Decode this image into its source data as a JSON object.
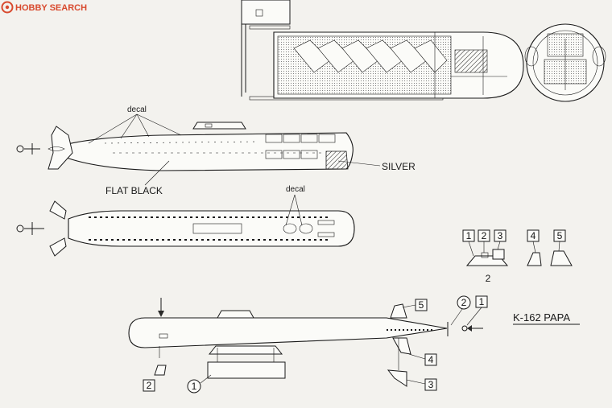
{
  "watermark": {
    "text": "HOBBY SEARCH"
  },
  "labels": {
    "decal_top": "decal",
    "decal_mid": "decal",
    "silver": "SILVER",
    "flat_black": "FLAT BLACK",
    "group_number": "2",
    "title": "K-162  PAPA"
  },
  "callouts": {
    "part_1": "1",
    "part_2": "2",
    "part_3": "3",
    "part_4": "4",
    "part_5": "5"
  },
  "colors": {
    "ink": "#1a1a1a",
    "paper": "#f3f2ee",
    "watermark": "#d84a2e"
  }
}
